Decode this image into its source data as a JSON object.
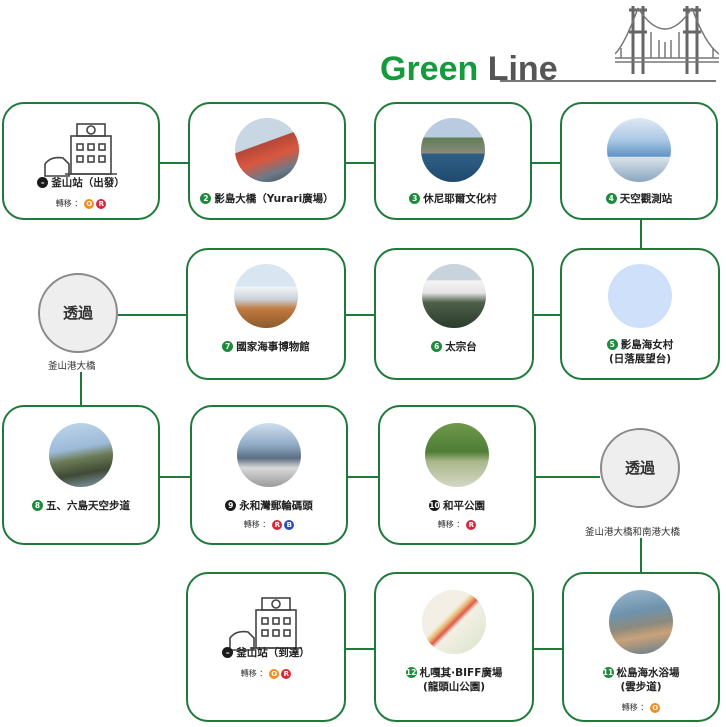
{
  "title": {
    "green": "Green",
    "line": "Line"
  },
  "transfer_label": "轉移 ：",
  "pass_label": "透過",
  "stations": {
    "busan_dep": {
      "label": "釜山站（出發）",
      "marker": ""
    },
    "yeongdo_bridge": {
      "num": "2",
      "label": "影島大橋（Yurari廣場）"
    },
    "huinnyeoul": {
      "num": "3",
      "label": "休尼耶爾文化村"
    },
    "skywalk": {
      "num": "4",
      "label": "天空觀測站"
    },
    "haenyeo": {
      "num": "5",
      "label1": "影島海女村",
      "label2": "(日落展望台)"
    },
    "taejongdae": {
      "num": "6",
      "label": "太宗台"
    },
    "maritime": {
      "num": "7",
      "label": "國家海事博物館"
    },
    "oryukdo": {
      "num": "8",
      "label": "五、六島天空步道"
    },
    "cruise": {
      "num": "9",
      "label": "永和灣郵輪碼頭"
    },
    "peace_park": {
      "num": "10",
      "label": "和平公園"
    },
    "songdo": {
      "num": "11",
      "label1": "松島海水浴場",
      "label2": "(雲步道)"
    },
    "biff": {
      "num": "12",
      "label1": "札嘎其·BIFF廣場",
      "label2": "(龍頭山公園)"
    },
    "busan_arr": {
      "label": "釜山站（到達）"
    }
  },
  "badges": {
    "orange": "O",
    "red": "R",
    "blue": "B"
  },
  "pass_points": {
    "busan_harbor_bridge": "釜山港大橋",
    "busan_harbor_namhang": "釜山港大橋和南港大橋"
  },
  "colors": {
    "green": "#159a3e",
    "line": "#1f7a3a",
    "orange": "#f28c1e",
    "red": "#d9263d",
    "blue": "#2b4fb5"
  }
}
